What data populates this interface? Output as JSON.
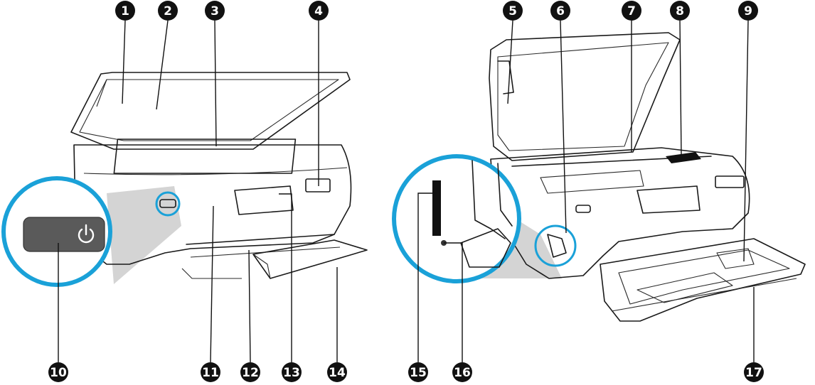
{
  "callouts": {
    "c1": "1",
    "c2": "2",
    "c3": "3",
    "c4": "4",
    "c5": "5",
    "c6": "6",
    "c7": "7",
    "c8": "8",
    "c9": "9",
    "c10": "10",
    "c11": "11",
    "c12": "12",
    "c13": "13",
    "c14": "14",
    "c15": "15",
    "c16": "16",
    "c17": "17"
  },
  "colors": {
    "callout_fill": "#111111",
    "zoom_ring": "#1aa1d8",
    "zoom_cone": "#d4d4d4",
    "power_button": "#5a5a5a",
    "printer_outline": "#1a1a1a"
  },
  "icons": {
    "power": "power-icon"
  }
}
